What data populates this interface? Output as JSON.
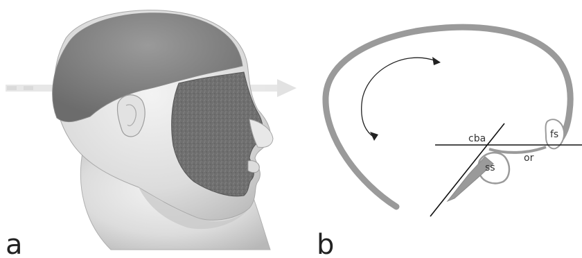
{
  "panels": [
    {
      "letter": "a",
      "content": "head-render"
    },
    {
      "letter": "b",
      "content": "skull-schematic"
    }
  ],
  "annotations": {
    "cba": "cba",
    "fs": "fs",
    "ss": "ss",
    "or": "or"
  },
  "colors": {
    "outline_gray": "#9a9a9a",
    "line_black": "#111111",
    "skin": "#e4e4e4",
    "skin_shadow": "#bdbdbd",
    "skull_dark": "#7d7d7d"
  }
}
